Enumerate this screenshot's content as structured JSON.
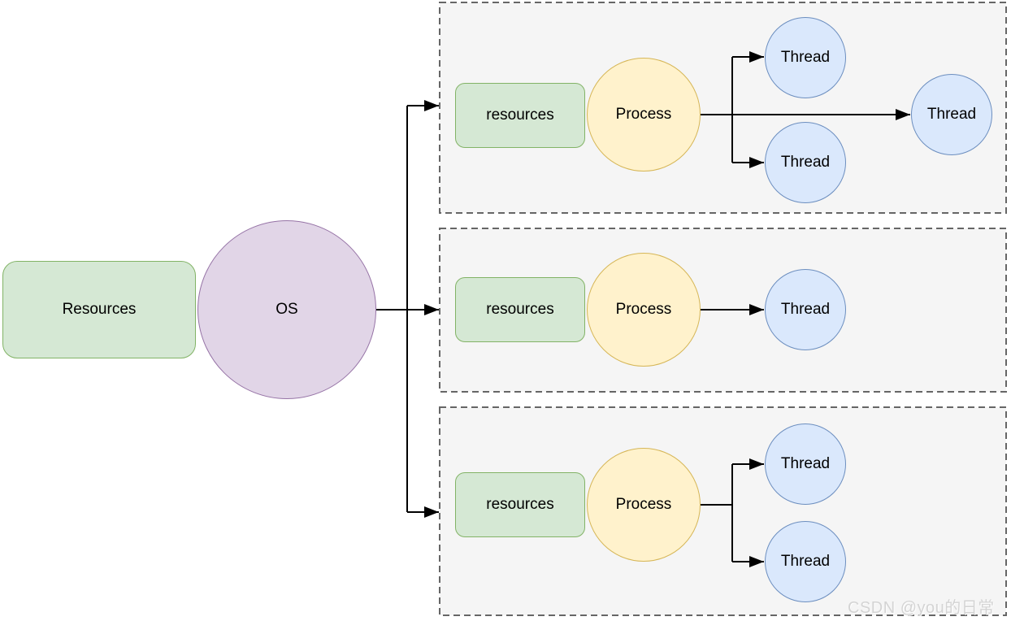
{
  "diagram": {
    "left_resources": {
      "label": "Resources"
    },
    "os": {
      "label": "OS"
    },
    "process_groups": [
      {
        "resources_label": "resources",
        "process_label": "Process",
        "thread_labels": [
          "Thread",
          "Thread",
          "Thread"
        ]
      },
      {
        "resources_label": "resources",
        "process_label": "Process",
        "thread_labels": [
          "Thread"
        ]
      },
      {
        "resources_label": "resources",
        "process_label": "Process",
        "thread_labels": [
          "Thread",
          "Thread"
        ]
      }
    ],
    "watermark": "CSDN @you的日常"
  },
  "colors": {
    "resource_fill": "#d5e8d4",
    "resource_stroke": "#82b366",
    "os_fill": "#e1d5e7",
    "os_stroke": "#9673a6",
    "process_fill": "#fff2cc",
    "process_stroke": "#d6b656",
    "thread_fill": "#dae8fc",
    "thread_stroke": "#6c8ebf",
    "group_fill": "#f5f5f5",
    "group_stroke": "#666666",
    "arrow": "#000000",
    "watermark_text": "#d4d4d4",
    "background": "#ffffff"
  }
}
